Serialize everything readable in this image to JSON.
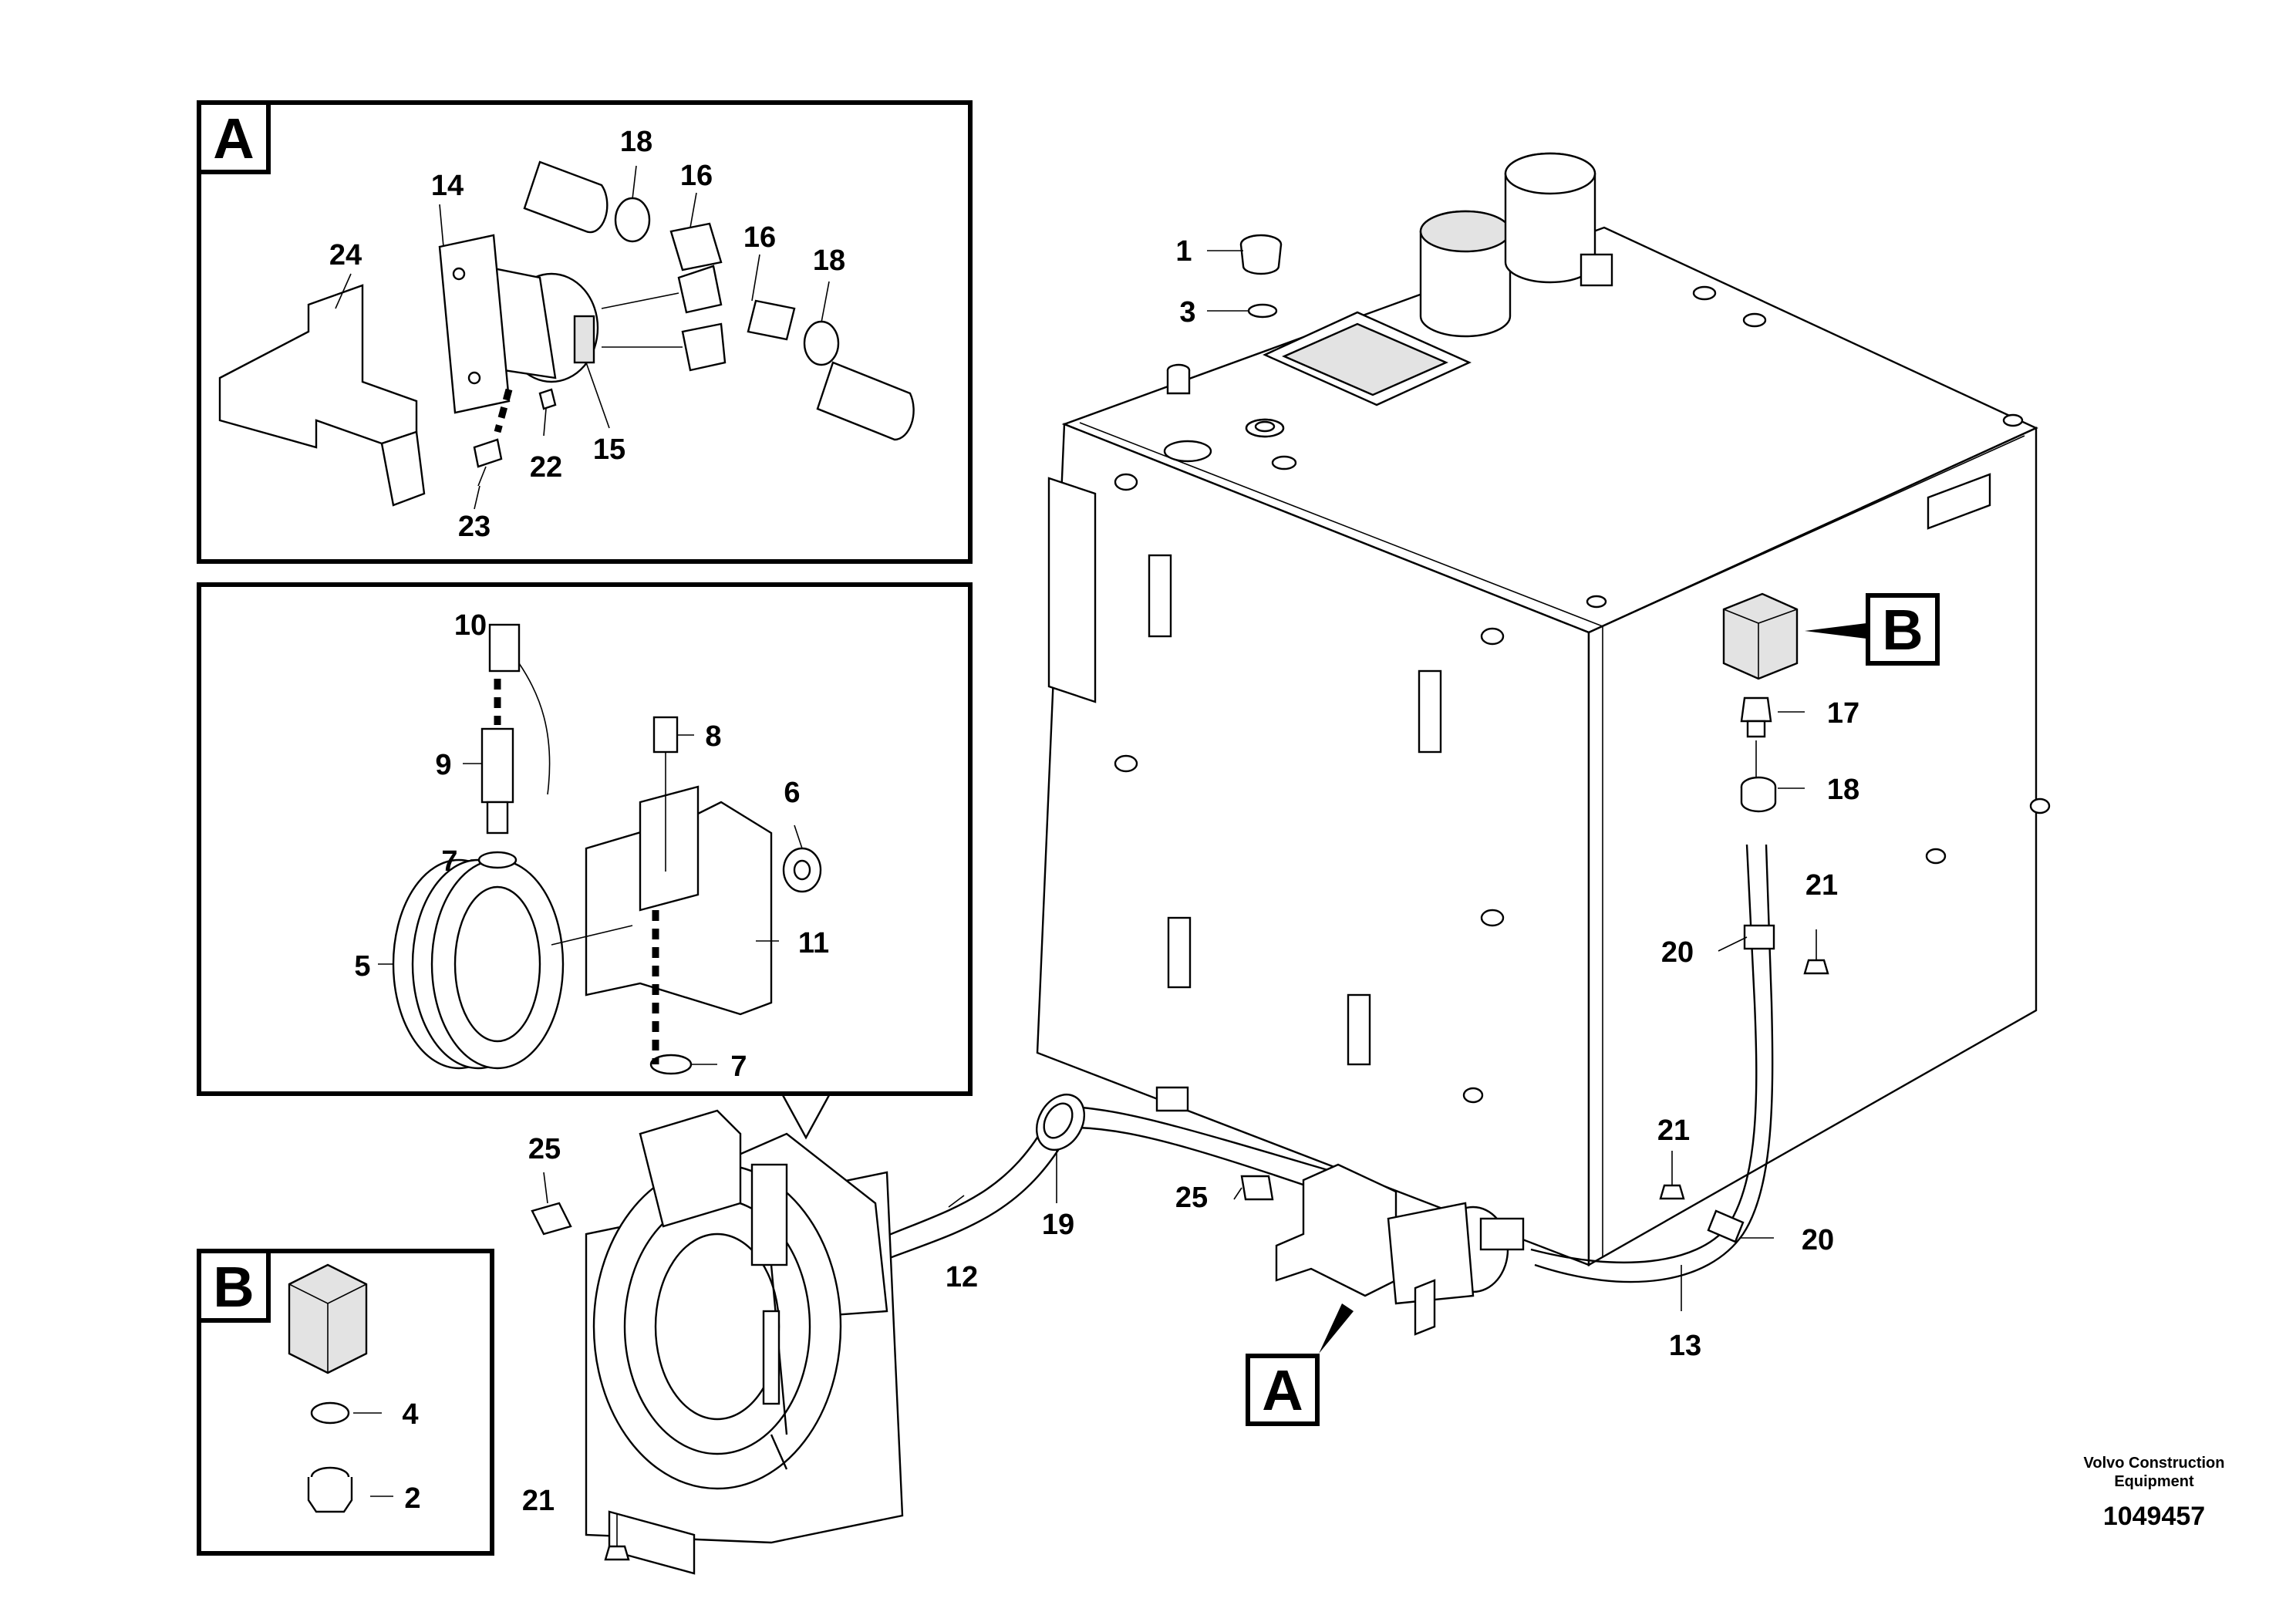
{
  "diagram": {
    "callouts": {
      "c1": "1",
      "c2": "2",
      "c3": "3",
      "c4": "4",
      "c5": "5",
      "c6": "6",
      "c7a": "7",
      "c7b": "7",
      "c8": "8",
      "c9": "9",
      "c10": "10",
      "c11": "11",
      "c12": "12",
      "c13": "13",
      "c14": "14",
      "c15": "15",
      "c16a": "16",
      "c16b": "16",
      "c17": "17",
      "c18a": "18",
      "c18b": "18",
      "c18c": "18",
      "c19": "19",
      "c20a": "20",
      "c20b": "20",
      "c21a": "21",
      "c21b": "21",
      "c21c": "21",
      "c22": "22",
      "c23": "23",
      "c24": "24",
      "c25a": "25",
      "c25b": "25"
    },
    "detail_boxes": {
      "box_a": "A",
      "box_b_detail": "B",
      "box_b_ref": "B",
      "box_a_ref": "A"
    },
    "footer": {
      "maker_line1": "Volvo Construction",
      "maker_line2": "Equipment",
      "doc_number": "1049457"
    }
  }
}
